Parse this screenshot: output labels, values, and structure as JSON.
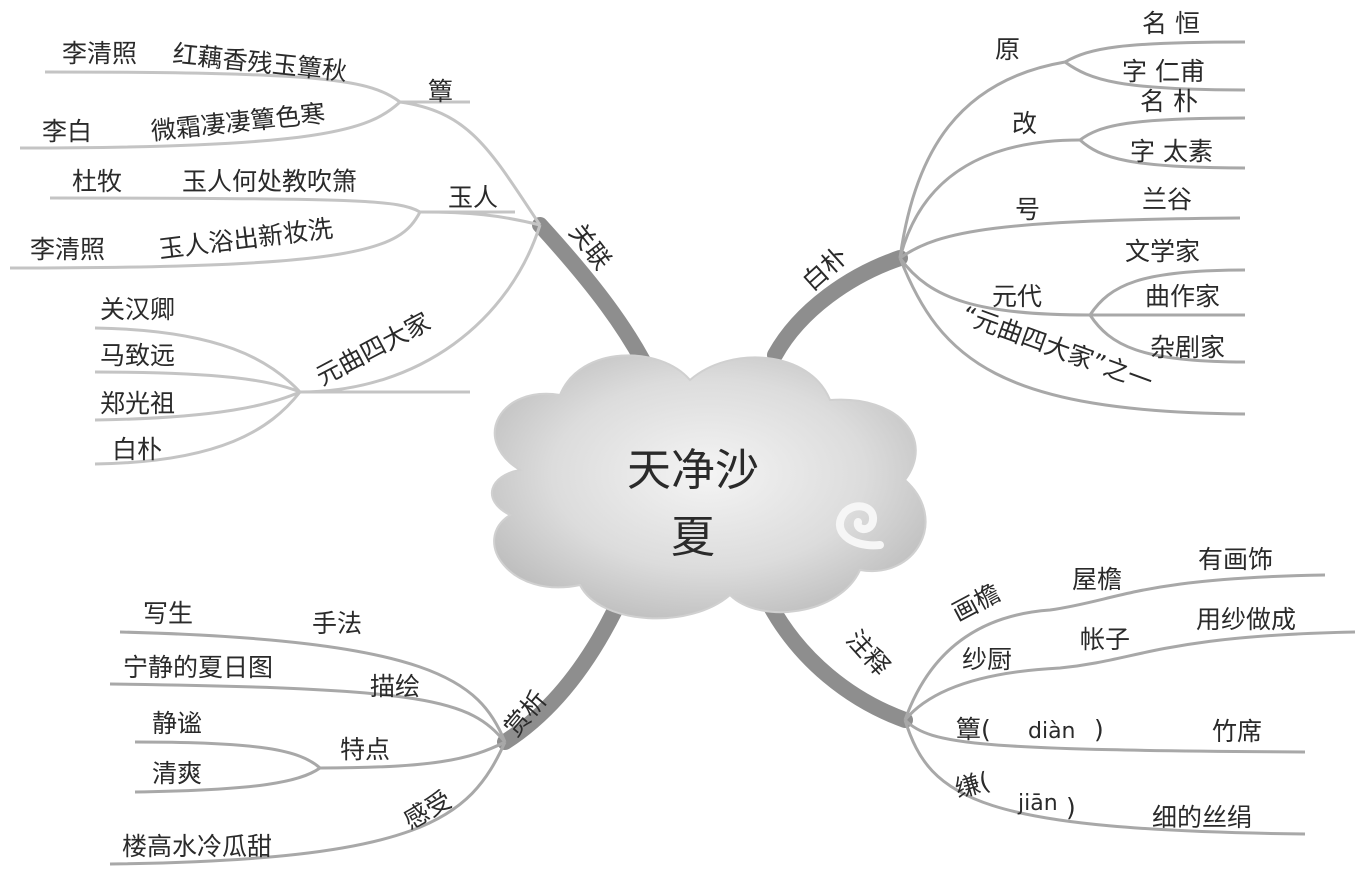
{
  "center": {
    "line1": "天净沙",
    "line2": "夏"
  },
  "colors": {
    "ink": "#2a2a2a",
    "branch_dark": "#8e8e8e",
    "branch_light": "#c4c4c4",
    "cloud": "#dcdcdc"
  },
  "guanlian": {
    "title": "关联",
    "dian": {
      "label": "簟",
      "items": [
        {
          "author": "李清照",
          "line": "红藕香残玉簟秋"
        },
        {
          "author": "李白",
          "line": "微霜凄凄簟色寒"
        }
      ]
    },
    "yuren": {
      "label": "玉人",
      "items": [
        {
          "author": "杜牧",
          "line": "玉人何处教吹箫"
        },
        {
          "author": "李清照",
          "line": "玉人浴出新妆洗"
        }
      ]
    },
    "yuanqu": {
      "label": "元曲四大家",
      "names": [
        "关汉卿",
        "马致远",
        "郑光祖",
        "白朴"
      ]
    }
  },
  "baipu": {
    "title": "白朴",
    "yuan": {
      "label": "原",
      "ming": "名 恒",
      "zi": "字 仁甫"
    },
    "gai": {
      "label": "改",
      "ming": "名 朴",
      "zi": "字 太素"
    },
    "hao": {
      "label": "号",
      "value": "兰谷"
    },
    "yuandai": {
      "label": "元代",
      "items": [
        "文学家",
        "曲作家",
        "杂剧家"
      ]
    },
    "sidajia": "“元曲四大家”之一"
  },
  "shangxi": {
    "title": "赏析",
    "shoufa": {
      "label": "手法",
      "value": "写生"
    },
    "miaohui": {
      "label": "描绘",
      "value": "宁静的夏日图"
    },
    "tedian": {
      "label": "特点",
      "items": [
        "静谧",
        "清爽"
      ]
    },
    "ganshou": {
      "label": "感受",
      "value": "楼高水冷瓜甜"
    }
  },
  "zhushi": {
    "title": "注释",
    "huayan": {
      "term": "画檐",
      "mid": "屋檐",
      "value": "有画饰"
    },
    "shachu": {
      "term": "纱厨",
      "mid": "帐子",
      "value": "用纱做成"
    },
    "dian": {
      "term": "簟(",
      "pinyin": "diàn",
      "close": ")",
      "value": "竹席"
    },
    "jian": {
      "term": "缣(",
      "pinyin": "jiān",
      "close": ")",
      "value": "细的丝绢"
    }
  }
}
